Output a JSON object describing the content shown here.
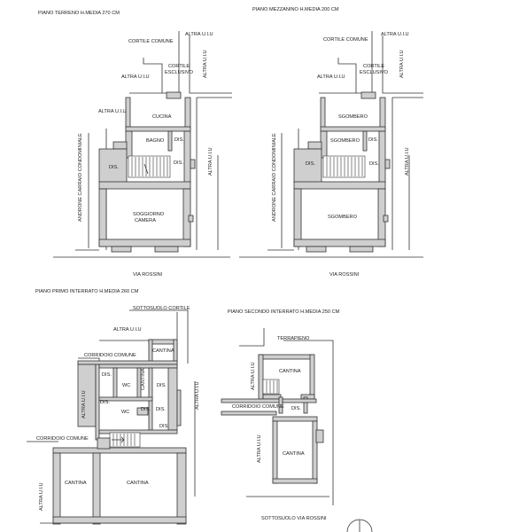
{
  "plans": {
    "ground": {
      "title": "PIANO TERRENO H.MEDIA 270 CM",
      "cortile_comune": "CORTILE COMUNE",
      "cortile_esclusivo_1": "CORTILE",
      "cortile_esclusivo_2": "ESCLUSIVO",
      "altra_uiu_top": "ALTRA U.I.U",
      "altra_uiu_left": "ALTRA U.I.U",
      "altra_uiu_mid": "ALTRA U.I.U",
      "altra_uiu_right": "ALTRA U.I.U",
      "altra_uiu_right2": "ALTRA U.I.U",
      "cucina": "CUCINA",
      "bagno": "BAGNO",
      "dis_1": "DIS.",
      "dis_2": "DIS.",
      "dis_3": "DIS.",
      "soggiorno_1": "SOGGIORNO",
      "soggiorno_2": "CAMERA",
      "androne": "ANDRONE CARRAIO CONDOMINIALE",
      "via": "VIA ROSSINI"
    },
    "mezzanine": {
      "title": "PIANO MEZZANINO H.MEDIA 200 CM",
      "cortile_comune": "CORTILE COMUNE",
      "cortile_esclusivo_1": "CORTILE",
      "cortile_esclusivo_2": "ESCLUSIVO",
      "altra_uiu_top": "ALTRA U.I.U",
      "altra_uiu_left": "ALTRA U.I.U",
      "altra_uiu_right": "ALTRA U.I.U",
      "altra_uiu_right2": "ALTRA U.I.U",
      "sgombero_1": "SGOMBERO",
      "sgombero_2": "SGOMBERO",
      "sgombero_3": "SGOMBERO",
      "dis_1": "DIS.",
      "dis_2": "DIS.",
      "dis_3": "DIS.",
      "androne": "ANDRONE CARRAIO CONDOMINIALE",
      "via": "VIA ROSSINI"
    },
    "first_basement": {
      "title": "PIANO PRIMO INTERRATO H.MEDIA 260 CM",
      "sottosuolo_cortile": "SOTTOSUOLO CORTILE",
      "altra_uiu_top": "ALTRA U.I.U",
      "altra_uiu_left": "ALTRA U.I.U",
      "altra_uiu_right": "ALTRA U.I.U",
      "altra_uiu_bottom": "ALTRA U.I.U",
      "cantina_top": "CANTINA",
      "corridoio_1": "CORRIDOIO COMUNE",
      "corridoio_2": "CORRIDOIO COMUNE",
      "dis_1": "DIS.",
      "dis_2": "DIS.",
      "dis_3": "DIS.",
      "dis_4": "DIS.",
      "dis_5": "DIS.",
      "dis_6": "DIS.",
      "wc_1": "WC",
      "wc_2": "WC",
      "cantina_small": "CANTINA",
      "cantina_left": "CANTINA",
      "cantina_right": "CANTINA"
    },
    "second_basement": {
      "title": "PIANO SECONDO INTERRATO H.MEDIA 250 CM",
      "terrapieno": "TERRAPIENO",
      "altra_uiu_1": "ALTRA U.I.U",
      "altra_uiu_2": "ALTRA U.I.U",
      "cantina_top": "CANTINA",
      "cantina_bottom": "CANTINA",
      "corridoio": "CORRIDOIO COMUNE",
      "dis": "DIS.",
      "sottosuolo": "SOTTOSUOLO VIA ROSSINI"
    }
  },
  "colors": {
    "wall_fill": "#cfcfcf",
    "line": "#333333",
    "background": "#ffffff"
  }
}
